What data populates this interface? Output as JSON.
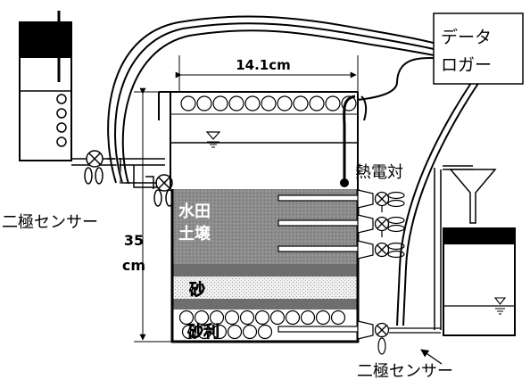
{
  "labels": {
    "width_dimension": "14.1cm",
    "height_value": "35",
    "height_unit": "cm",
    "data_logger_line1": "データ",
    "data_logger_line2": "ロガー",
    "thermocouple": "熱電対",
    "bipolar_sensor_left": "二極センサー",
    "bipolar_sensor_bottom": "二極センサー",
    "paddy_soil_line1": "水田",
    "paddy_soil_line2": "土壌",
    "sand": "砂",
    "gravel": "砂利"
  },
  "colors": {
    "line": "#000000",
    "soil": "#8c8c8c",
    "dark_band": "#6e6e6e",
    "sand": "#e6e6e6",
    "reservoir_top": "#000000",
    "label_white": "#ffffff"
  }
}
